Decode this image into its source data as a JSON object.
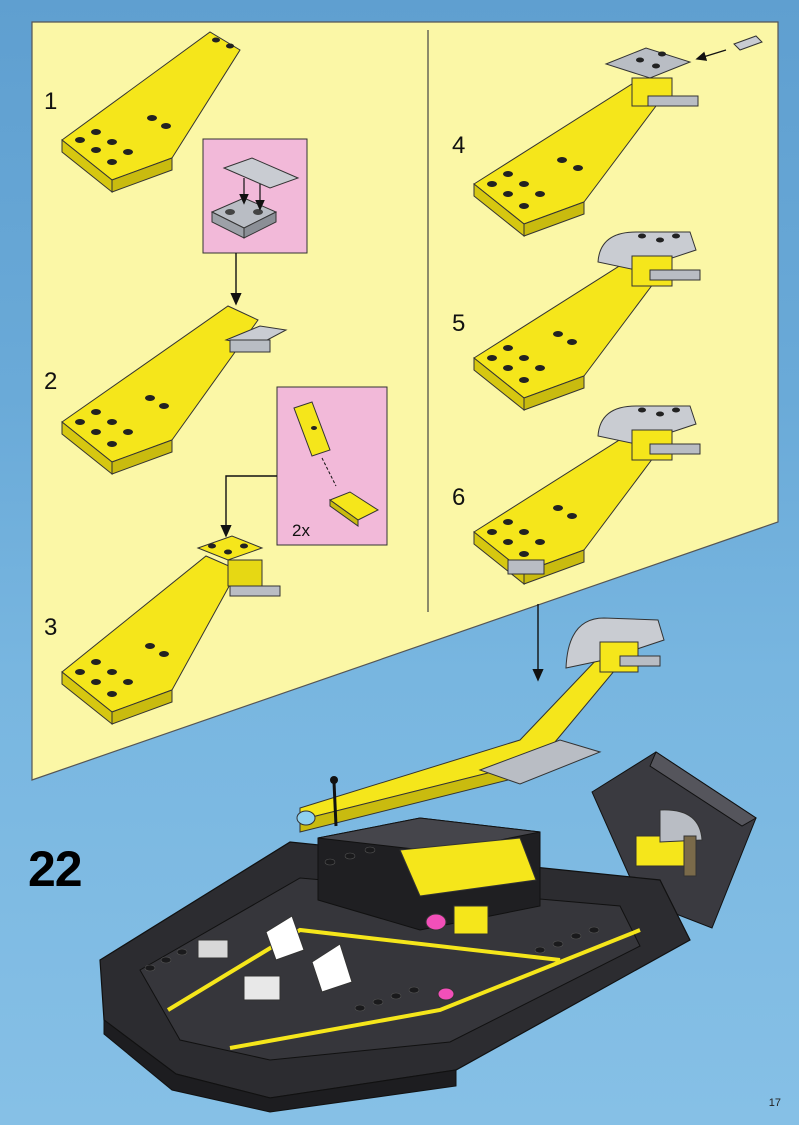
{
  "steps": [
    "1",
    "2",
    "3",
    "4",
    "5",
    "6"
  ],
  "callout_quantity": "2x",
  "main_step": "22",
  "page_number": "17",
  "colors": {
    "panel": "#fbf7a6",
    "callout": "#f2b9d9",
    "yellow_brick": "#f5e61b",
    "gray_brick": "#b9bdc4",
    "black_brick": "#2c2c30",
    "background": "#6aaad8"
  }
}
